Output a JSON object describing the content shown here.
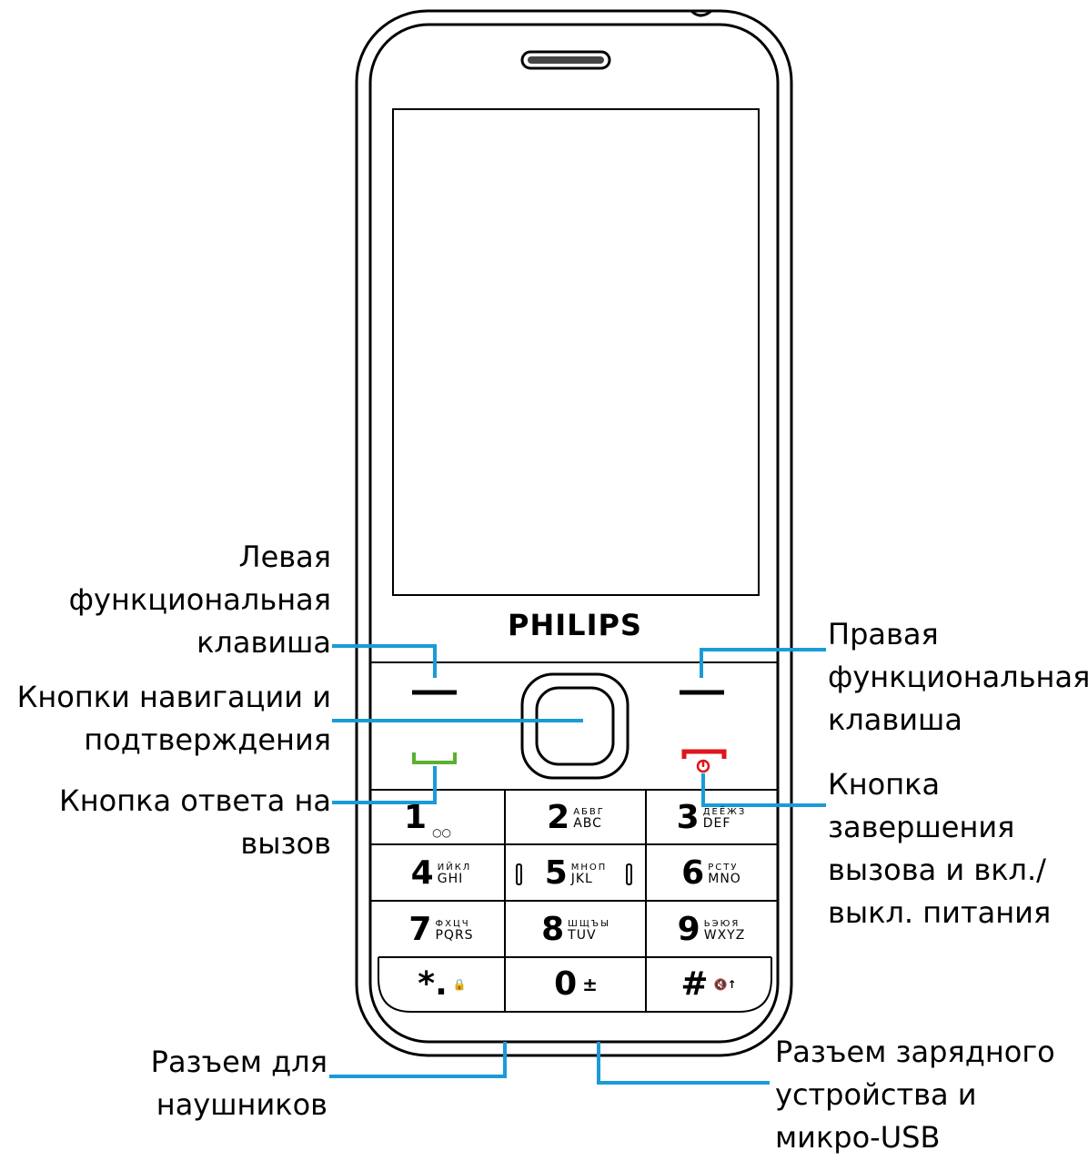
{
  "brand": "PHILIPS",
  "labels": {
    "left_soft_key": [
      "Левая",
      "функциональная",
      "клавиша"
    ],
    "nav_keys": [
      "Кнопки навигации и",
      "подтверждения"
    ],
    "call_key": [
      "Кнопка ответа на",
      "вызов"
    ],
    "headphone_jack": [
      "Разъем для",
      "наушников"
    ],
    "right_soft_key": [
      "Правая",
      "функциональная",
      "клавиша"
    ],
    "end_key": [
      "Кнопка",
      "завершения",
      "вызова и вкл./",
      "выкл. питания"
    ],
    "charger_port": [
      "Разъем зарядного",
      "устройства и",
      "микро-USB"
    ]
  },
  "keypad": {
    "k1": {
      "digit": "1",
      "cyr": "",
      "lat": "",
      "sym": "○○"
    },
    "k2": {
      "digit": "2",
      "cyr": "АБВГ",
      "lat": "ABC",
      "sym": ""
    },
    "k3": {
      "digit": "3",
      "cyr": "ДЕЁЖЗ",
      "lat": "DEF",
      "sym": ""
    },
    "k4": {
      "digit": "4",
      "cyr": "ИЙКЛ",
      "lat": "GHI",
      "sym": ""
    },
    "k5": {
      "digit": "5",
      "cyr": "МНОП",
      "lat": "JKL",
      "sym": ""
    },
    "k6": {
      "digit": "6",
      "cyr": "РСТУ",
      "lat": "MNO",
      "sym": ""
    },
    "k7": {
      "digit": "7",
      "cyr": "ФХЦЧ",
      "lat": "PQRS",
      "sym": ""
    },
    "k8": {
      "digit": "8",
      "cyr": "ШЩЪЫ",
      "lat": "TUV",
      "sym": ""
    },
    "k9": {
      "digit": "9",
      "cyr": "ЬЭЮЯ",
      "lat": "WXYZ",
      "sym": ""
    },
    "kstar": {
      "digit": "*.",
      "cyr": "",
      "lat": "",
      "sym": "🔒"
    },
    "k0": {
      "digit": "0",
      "cyr": "",
      "lat": "",
      "sym": "±"
    },
    "khash": {
      "digit": "#",
      "cyr": "",
      "lat": "",
      "sym": "🔇↑"
    }
  },
  "colors": {
    "leader_line": "#1a9bd7",
    "call_key": "#5bb030",
    "end_key": "#e0141b",
    "outline": "#000000"
  }
}
